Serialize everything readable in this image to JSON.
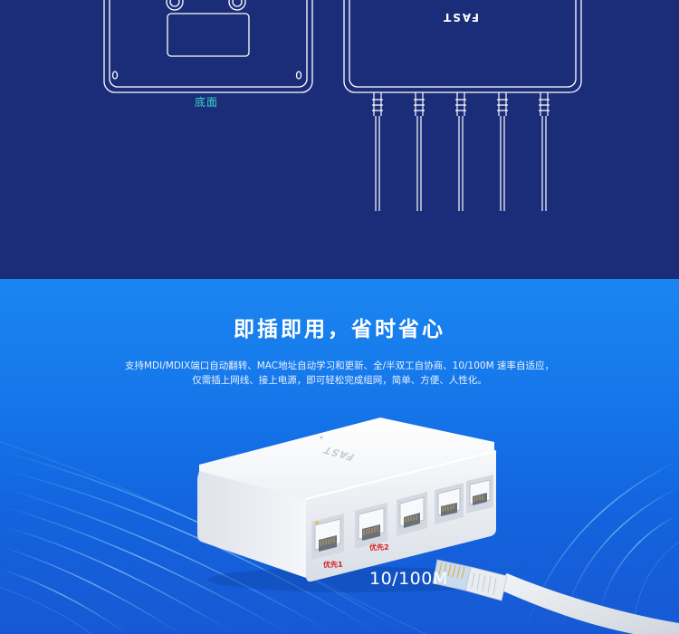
{
  "top": {
    "bottom_view_label": "底面",
    "brand_logo": "FAST"
  },
  "section2": {
    "title": "即插即用，省时省心",
    "description_line1": "支持MDI/MDIX端口自动翻转、MAC地址自动学习和更新、全/半双工自协商、10/100M 速率自适应，",
    "description_line2": "仅需插上网线、接上电源，即可轻松完成组网，简单、方便、人性化。"
  },
  "product": {
    "brand_logo": "FAST",
    "port_label_1": "优先1",
    "port_label_2": "优先2",
    "speed_label": "10/100M"
  },
  "colors": {
    "navy_bg": "#1b2d78",
    "blue_bg": "#1576ea",
    "teal_label": "#37d6cf",
    "priority_red": "#d32020"
  }
}
